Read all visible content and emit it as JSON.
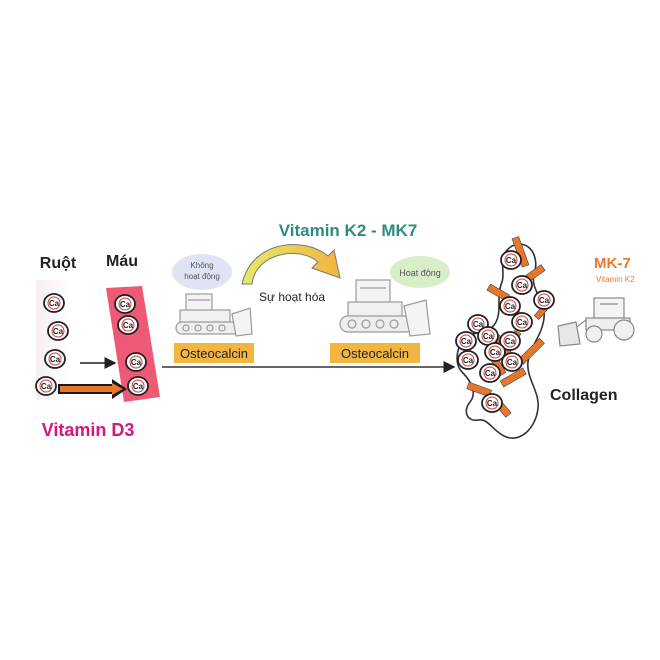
{
  "header": {
    "title": "Vitamin K2 - MK7"
  },
  "left": {
    "intestine_label": "Ruột",
    "blood_label": "Máu",
    "vitamin_d3_label": "Vitamin D3",
    "calcium_symbol": "Ca"
  },
  "activation": {
    "inactive_label": "Không hoạt động",
    "active_label": "Hoạt động",
    "activation_label": "Sự hoạt hóa",
    "osteocalcin_inactive": "Osteocalcin",
    "osteocalcin_active": "Osteocalcin"
  },
  "bone": {
    "collagen_label": "Collagen",
    "mk7_label": "MK-7",
    "mk7_sub": "Vitamin K2"
  },
  "colors": {
    "teal": "#2e8b84",
    "magenta": "#d6177a",
    "orange": "#e8772e",
    "pink_band": "#ee5a76",
    "gold": "#f2b540"
  },
  "icons": [
    "bulldozer-icon",
    "loader-icon",
    "curved-arrow-icon",
    "calcium-icon"
  ]
}
